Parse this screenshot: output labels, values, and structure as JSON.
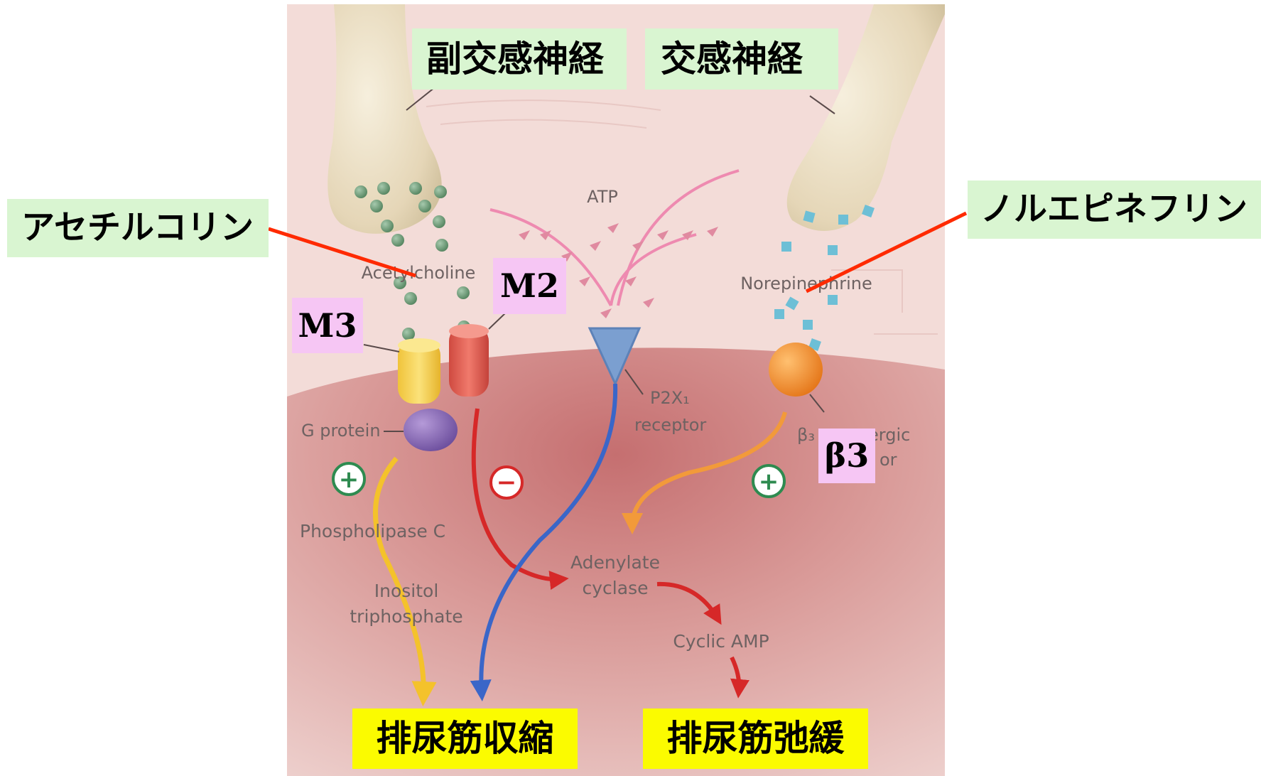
{
  "labels": {
    "parasympathetic": "副交感神経",
    "sympathetic": "交感神経",
    "acetylcholine_jp": "アセチルコリン",
    "norepinephrine_jp": "ノルエピネフリン",
    "m3": "M3",
    "m2": "M2",
    "beta3": "β3",
    "contraction": "排尿筋収縮",
    "relaxation": "排尿筋弛緩"
  },
  "figure_text": {
    "atp": "ATP",
    "acetylcholine": "Acetylcholine",
    "norepinephrine": "Norepinephrine",
    "p2x1_line1": "P2X₁",
    "p2x1_line2": "receptor",
    "g_protein": "G protein",
    "beta3_partial_1": "β₃",
    "beta3_partial_2": "ergic",
    "beta3_partial_3": "or",
    "phospholipase_c": "Phospholipase C",
    "inositol_line1": "Inositol",
    "inositol_line2": "triphosphate",
    "adenylate_line1": "Adenylate",
    "adenylate_line2": "cyclase",
    "cyclic_amp": "Cyclic AMP"
  },
  "signs": {
    "plus": "+",
    "minus": "−"
  },
  "colors": {
    "background": "#f3dcd8",
    "muscle": "#b86768",
    "nerve": "#e9dcc0",
    "acetylcholine_ball": "#6e9c78",
    "norepinephrine_square": "#6dbfd6",
    "atp_triangle": "#e08aa0",
    "m3_receptor": "#f3d04e",
    "m2_receptor": "#e4584c",
    "p2x1_receptor": "#7b9fd0",
    "beta3_receptor": "#ef8a1e",
    "g_protein": "#8a6bb8",
    "yellow_arrow": "#f4c22b",
    "red_arrow": "#d62828",
    "blue_arrow": "#3a66c8",
    "orange_arrow": "#f29a3a",
    "callout_line": "#ff2a00",
    "green_label": "#d9f5d1",
    "pink_label": "#f6c6f4",
    "yellow_label": "#fbfb00"
  }
}
